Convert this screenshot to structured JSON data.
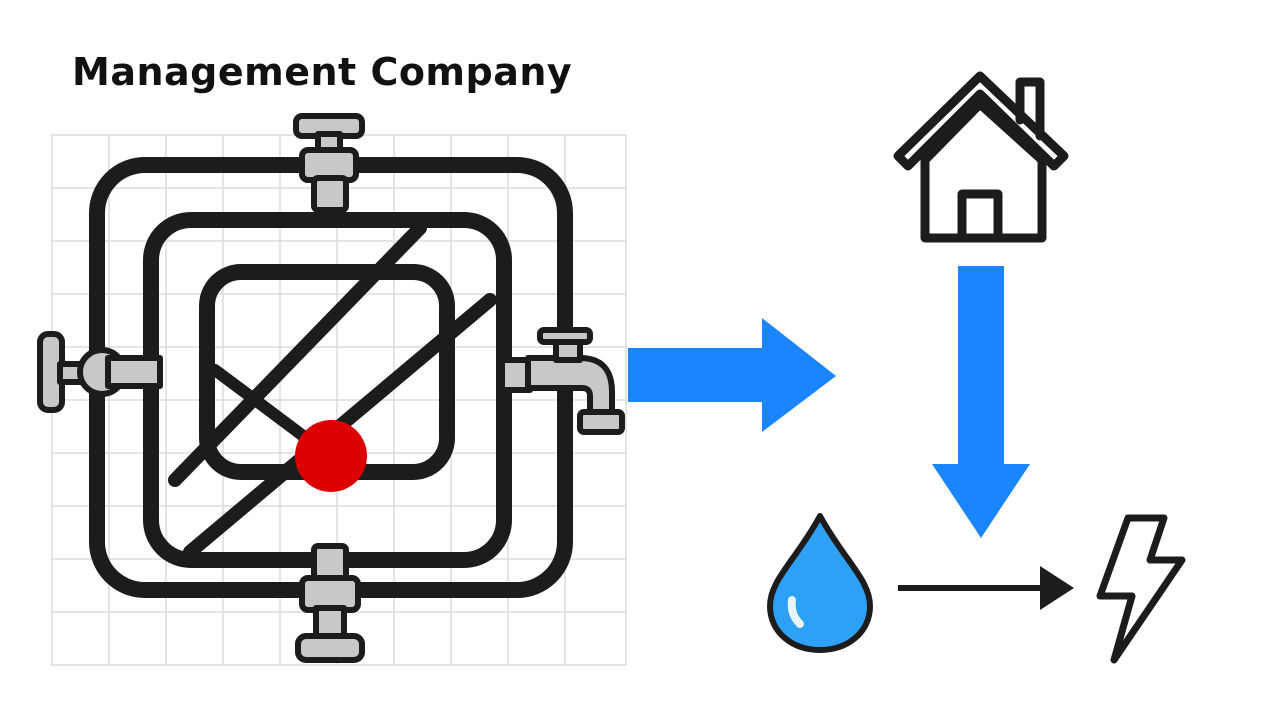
{
  "title": "Management Company",
  "colors": {
    "pipe": "#1c1c1c",
    "valve": "#c8c8c8",
    "leak_marker": "#dd0000",
    "flow_arrow": "#1a85ff",
    "water_drop": "#2ea0f5",
    "grid": "#dcdcdc",
    "outline": "#1c1c1c"
  },
  "icons": {
    "building_network": "pipe-network-icon",
    "valves": [
      "valve-icon",
      "valve-icon",
      "faucet-icon",
      "valve-icon"
    ],
    "leak": "leak-marker-icon",
    "home": "house-icon",
    "water": "water-drop-icon",
    "energy": "lightning-bolt-icon"
  },
  "flows": [
    {
      "from": "pipe-network-icon",
      "to": "house-icon",
      "style": "bold-blue"
    },
    {
      "from": "house-icon",
      "to": "water-drop-icon",
      "style": "bold-blue"
    },
    {
      "from": "water-drop-icon",
      "to": "lightning-bolt-icon",
      "style": "thin-black"
    }
  ]
}
